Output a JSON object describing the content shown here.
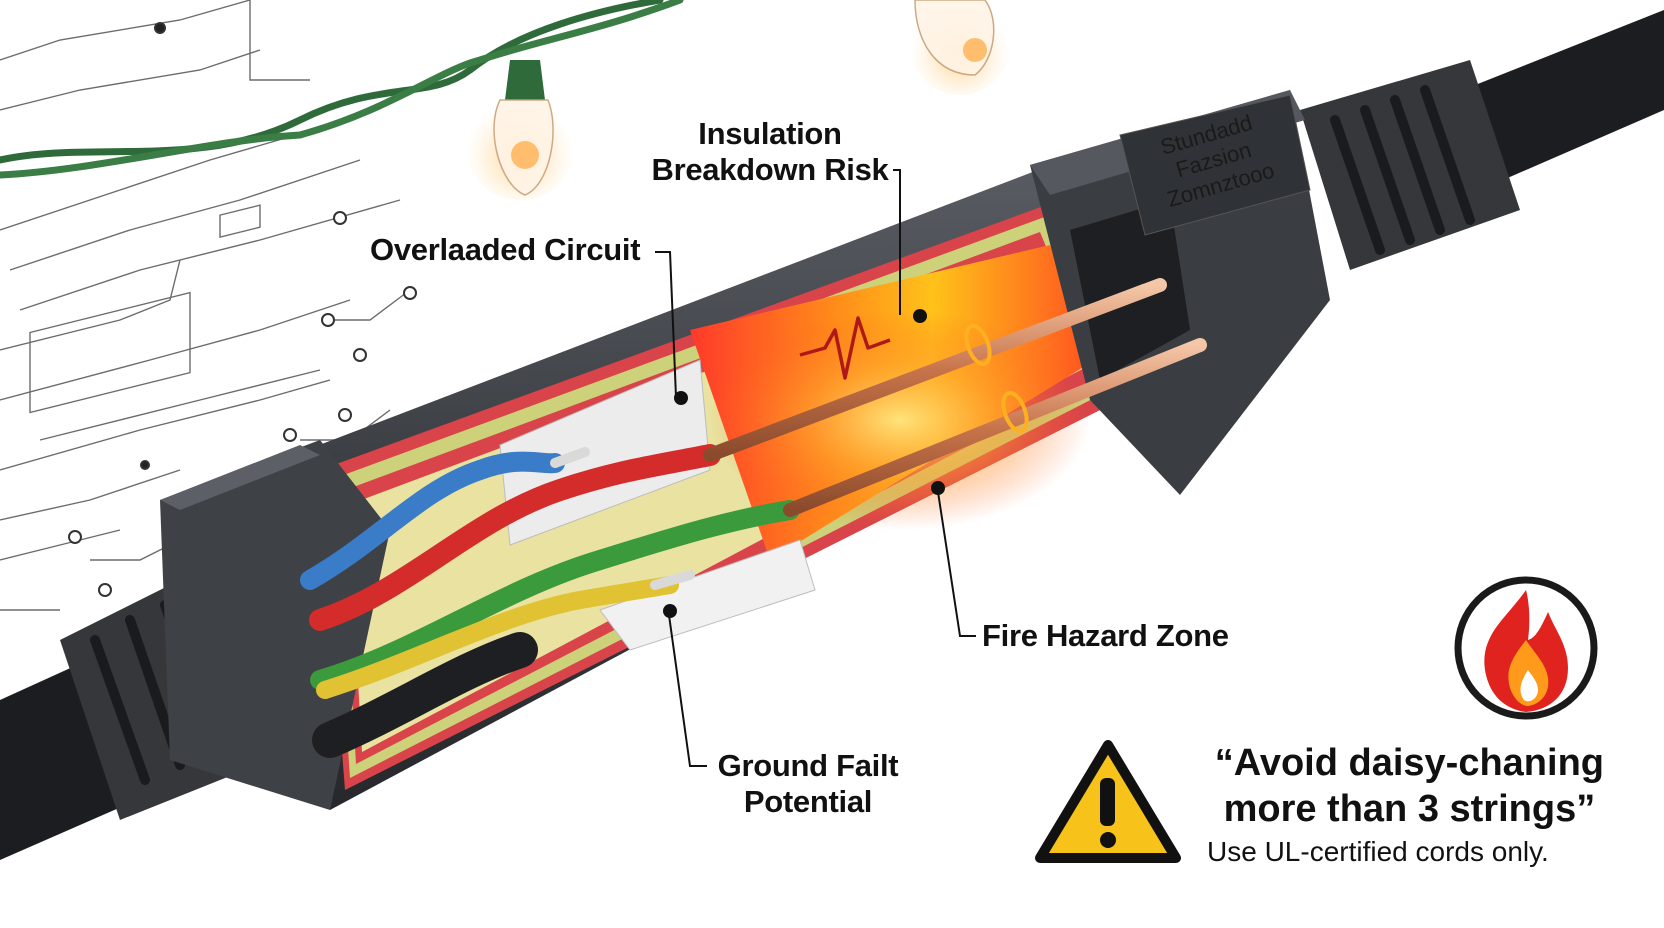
{
  "callouts": {
    "insulation_line1": "Insulation",
    "insulation_line2": "Breakdown Risk",
    "overloaded": "Overlaaded Circuit",
    "fire_zone": "Fire Hazard Zone",
    "ground_line1": "Ground Failt",
    "ground_line2": "Potential"
  },
  "plug_label": {
    "line1": "Stundadd",
    "line2": "Fazsion",
    "line3": "Zomnztooo"
  },
  "warning": {
    "quote_line1": "“Avoid daisy-chaning",
    "quote_line2": "more than 3 strings”",
    "subtext": "Use UL-certified cords only."
  },
  "icons": [
    "fire-icon",
    "warning-triangle-icon",
    "heartbeat-surge-icon",
    "string-light-bulb-icon"
  ],
  "colors": {
    "wire_blue": "#3a7cc7",
    "wire_red": "#d42b2b",
    "wire_green": "#3b9a3b",
    "wire_yellow": "#e0c232",
    "heat_orange": "#ff8a1a",
    "warning_yellow": "#f7c21a",
    "fire_red": "#e0231e",
    "plastic_dark": "#3a3d42"
  }
}
